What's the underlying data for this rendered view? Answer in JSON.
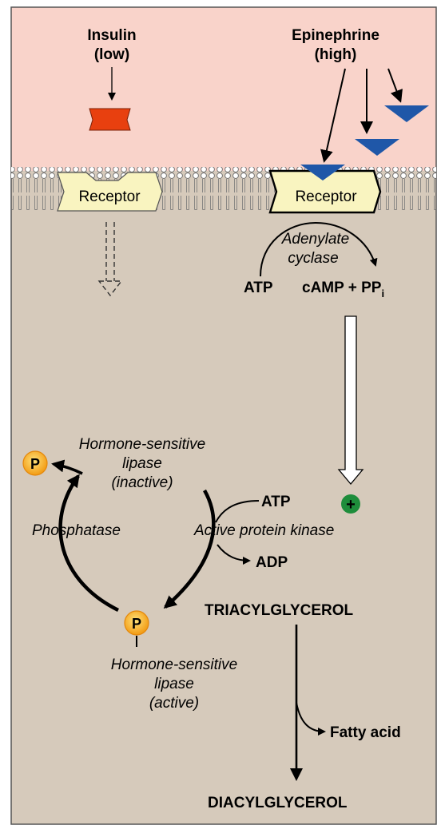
{
  "extracellular": {
    "insulin": {
      "name": "Insulin",
      "level": "(low)"
    },
    "epinephrine": {
      "name": "Epinephrine",
      "level": "(high)"
    }
  },
  "membrane": {
    "receptor_left": "Receptor",
    "receptor_right": "Receptor"
  },
  "adenylate": {
    "enzyme_line1": "Adenylate",
    "enzyme_line2": "cyclase",
    "substrate": "ATP",
    "product_main": "cAMP + PP",
    "product_sub": "i"
  },
  "kinase": {
    "atp": "ATP",
    "enzyme": "Active protein kinase",
    "adp": "ADP",
    "activation_symbol": "+"
  },
  "lipase": {
    "inactive_line1": "Hormone-sensitive",
    "inactive_line2": "lipase",
    "inactive_line3": "(inactive)",
    "active_line1": "Hormone-sensitive",
    "active_line2": "lipase",
    "active_line3": "(active)",
    "phosphatase": "Phosphatase",
    "phosphate_symbol": "P"
  },
  "lipolysis": {
    "substrate": "TRIACYLGLYCEROL",
    "released": "Fatty acid",
    "product": "DIACYLGLYCEROL"
  },
  "colors": {
    "extracellular": "#f9d3ca",
    "cytosol": "#d6cabb",
    "receptor": "#f9f4c0",
    "insulin": "#e8400f",
    "epinephrine": "#1f57a8",
    "plus_badge": "#1e8d3b",
    "phosphate_outer": "#f5a623",
    "phosphate_inner": "#ffd24a"
  }
}
